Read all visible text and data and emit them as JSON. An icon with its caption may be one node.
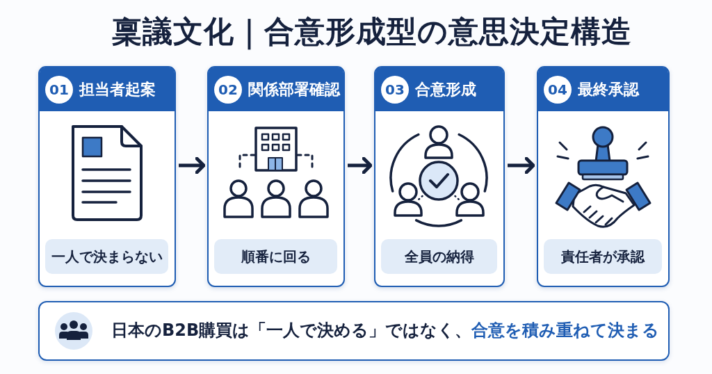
{
  "diagram": {
    "title": "稟議文化｜合意形成型の意思決定構造",
    "nodes": [
      {
        "text": [
          "担当者起案"
        ]
      },
      {
        "text": [
          "01"
        ],
        "in": 0
      },
      {
        "text": [
          "一人で決まらない"
        ],
        "in": 0
      },
      {
        "text": [
          "関係部署確認"
        ]
      },
      {
        "text": [
          "02"
        ],
        "in": 3
      },
      {
        "text": [
          "順番に回る"
        ],
        "in": 3
      },
      {
        "text": [
          "合意形成"
        ]
      },
      {
        "text": [
          "03"
        ],
        "in": 6
      },
      {
        "text": [
          "全員の納得"
        ],
        "in": 6
      },
      {
        "text": [
          "最終承認"
        ]
      },
      {
        "text": [
          "04"
        ],
        "in": 9
      },
      {
        "text": [
          "責任者が承認"
        ],
        "in": 9
      },
      {
        "text": [
          "日本のB2B購買は「一人で決める」ではなく、",
          "合意を積み重ねて決まる"
        ]
      }
    ],
    "edges": [
      {
        "from": 0,
        "to": 3,
        "arrow": "to"
      },
      {
        "from": 3,
        "to": 6,
        "arrow": "to"
      },
      {
        "from": 6,
        "to": 9,
        "arrow": "to"
      }
    ]
  }
}
